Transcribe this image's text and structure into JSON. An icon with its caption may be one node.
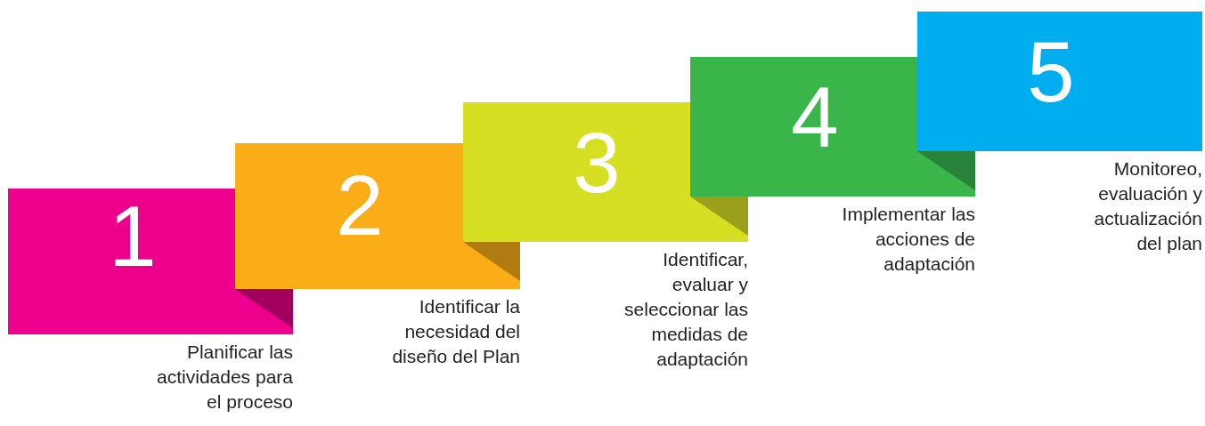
{
  "diagram": {
    "nodes": [
      {
        "text": [
          "1"
        ],
        "beside": [
          "Planificar las actividades para el proceso"
        ]
      },
      {
        "text": [
          "2"
        ],
        "beside": [
          "Identificar la necesidad del diseño del Plan"
        ]
      },
      {
        "text": [
          "3"
        ],
        "beside": [
          "Identificar, evaluar y seleccionar las medidas de adaptación"
        ]
      },
      {
        "text": [
          "4"
        ],
        "beside": [
          "Implementar las acciones de adaptación"
        ]
      },
      {
        "text": [
          "5"
        ],
        "beside": [
          "Monitoreo, evaluación y actualización del plan"
        ]
      }
    ]
  }
}
